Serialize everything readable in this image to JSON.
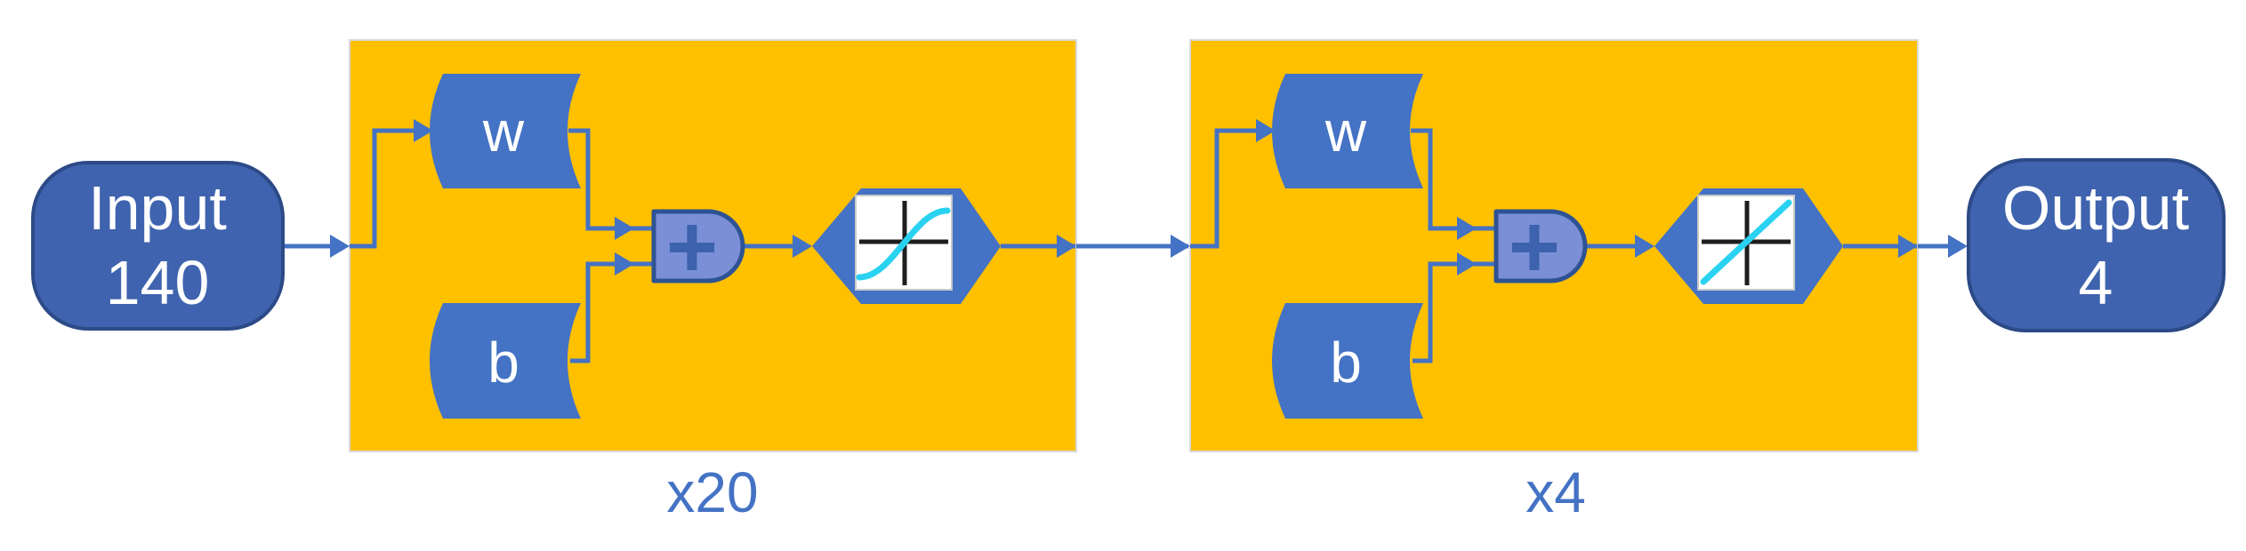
{
  "input_node": {
    "label": "Input",
    "size": "140"
  },
  "output_node": {
    "label": "Output",
    "size": "4"
  },
  "layers": [
    {
      "weight_label": "w",
      "bias_label": "b",
      "sum_label": "+",
      "repeat_label": "x20",
      "activation_icon": "tansig-sigmoid-curve-icon"
    },
    {
      "weight_label": "w",
      "bias_label": "b",
      "sum_label": "+",
      "repeat_label": "x4",
      "activation_icon": "purelin-linear-line-icon"
    }
  ],
  "colors": {
    "layer_box_fill": "#FFC000",
    "shape_blue": "#4472C4",
    "node_fill": "#3F63AE",
    "node_border": "#2C4A87",
    "sum_fill": "#7B8FD6",
    "sum_border": "#2E5395",
    "activation_curve_cyan": "#29D2F0",
    "axis_black": "#1E1E1E",
    "repeat_label_blue": "#4472C4",
    "text_white": "#FFFFFF"
  }
}
